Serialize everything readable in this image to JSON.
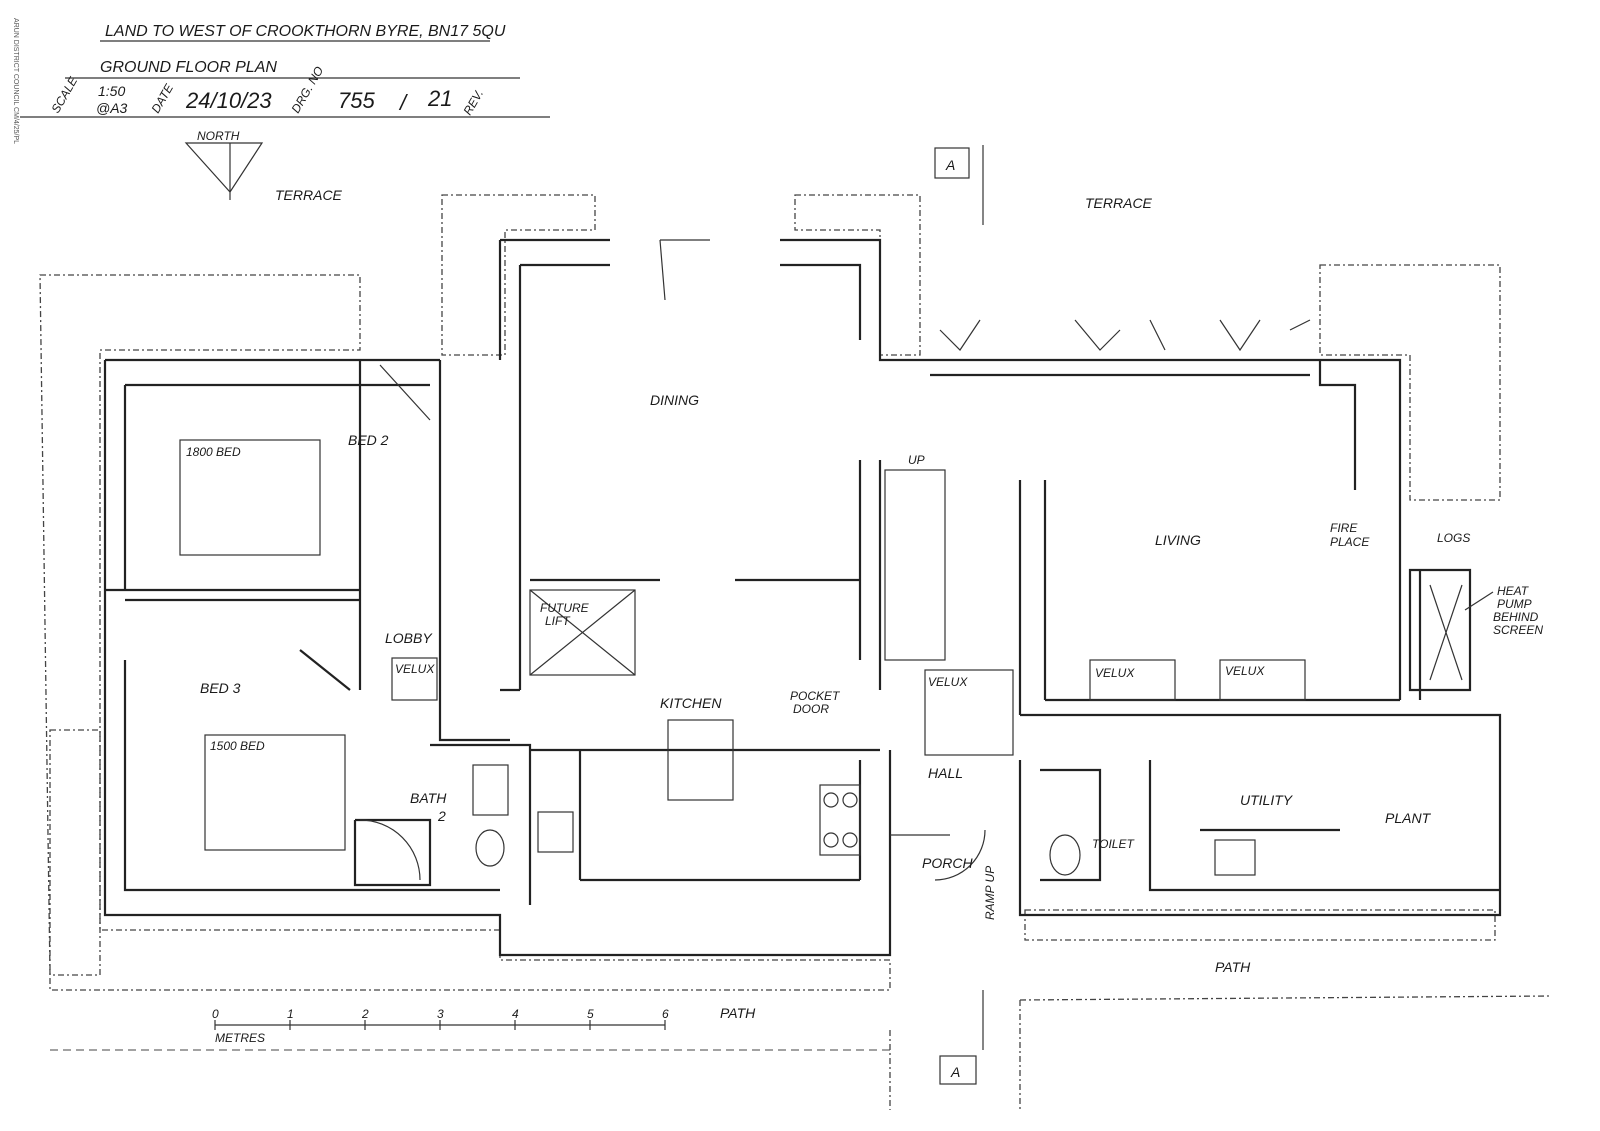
{
  "title_block": {
    "site": "LAND TO WEST OF CROOKTHORN BYRE, BN17 5QU",
    "drawing_title": "GROUND FLOOR PLAN",
    "scale_label": "SCALE",
    "scale": "1:50",
    "paper": "@A3",
    "date_label": "DATE",
    "date": "24/10/23",
    "drg_label": "DRG. NO",
    "drawing_number": "755",
    "separator": "/",
    "revision": "21",
    "rev_label": "REV.",
    "side_stamp": "ARUN DISTRICT COUNCIL CM/4/25/PL"
  },
  "north": "NORTH",
  "section_marks": [
    "A",
    "A"
  ],
  "rooms": {
    "terrace_left": "TERRACE",
    "terrace_right": "TERRACE",
    "dining": "DINING",
    "bed2": "BED 2",
    "bed2_bed": "1800 BED",
    "living": "LIVING",
    "fireplace_1": "FIRE",
    "fireplace_2": "PLACE",
    "logs": "LOGS",
    "heat_pump": [
      "HEAT",
      "PUMP",
      "BEHIND",
      "SCREEN"
    ],
    "future_lift_1": "FUTURE",
    "future_lift_2": "LIFT",
    "lobby": "LOBBY",
    "velux": [
      "VELUX",
      "VELUX",
      "VELUX",
      "VELUX"
    ],
    "bed3": "BED 3",
    "bed3_bed": "1500 BED",
    "kitchen": "KITCHEN",
    "pocket_door_1": "POCKET",
    "pocket_door_2": "DOOR",
    "hall": "HALL",
    "bath2_1": "BATH",
    "bath2_2": "2",
    "utility": "UTILITY",
    "plant": "PLANT",
    "toilet": "TOILET",
    "porch": "PORCH",
    "ramp_up": "RAMP UP",
    "stair_up": "UP",
    "path_right": "PATH",
    "path_left": "PATH"
  },
  "scale_bar": {
    "ticks": [
      "0",
      "1",
      "2",
      "3",
      "4",
      "5",
      "6"
    ],
    "unit": "METRES"
  }
}
